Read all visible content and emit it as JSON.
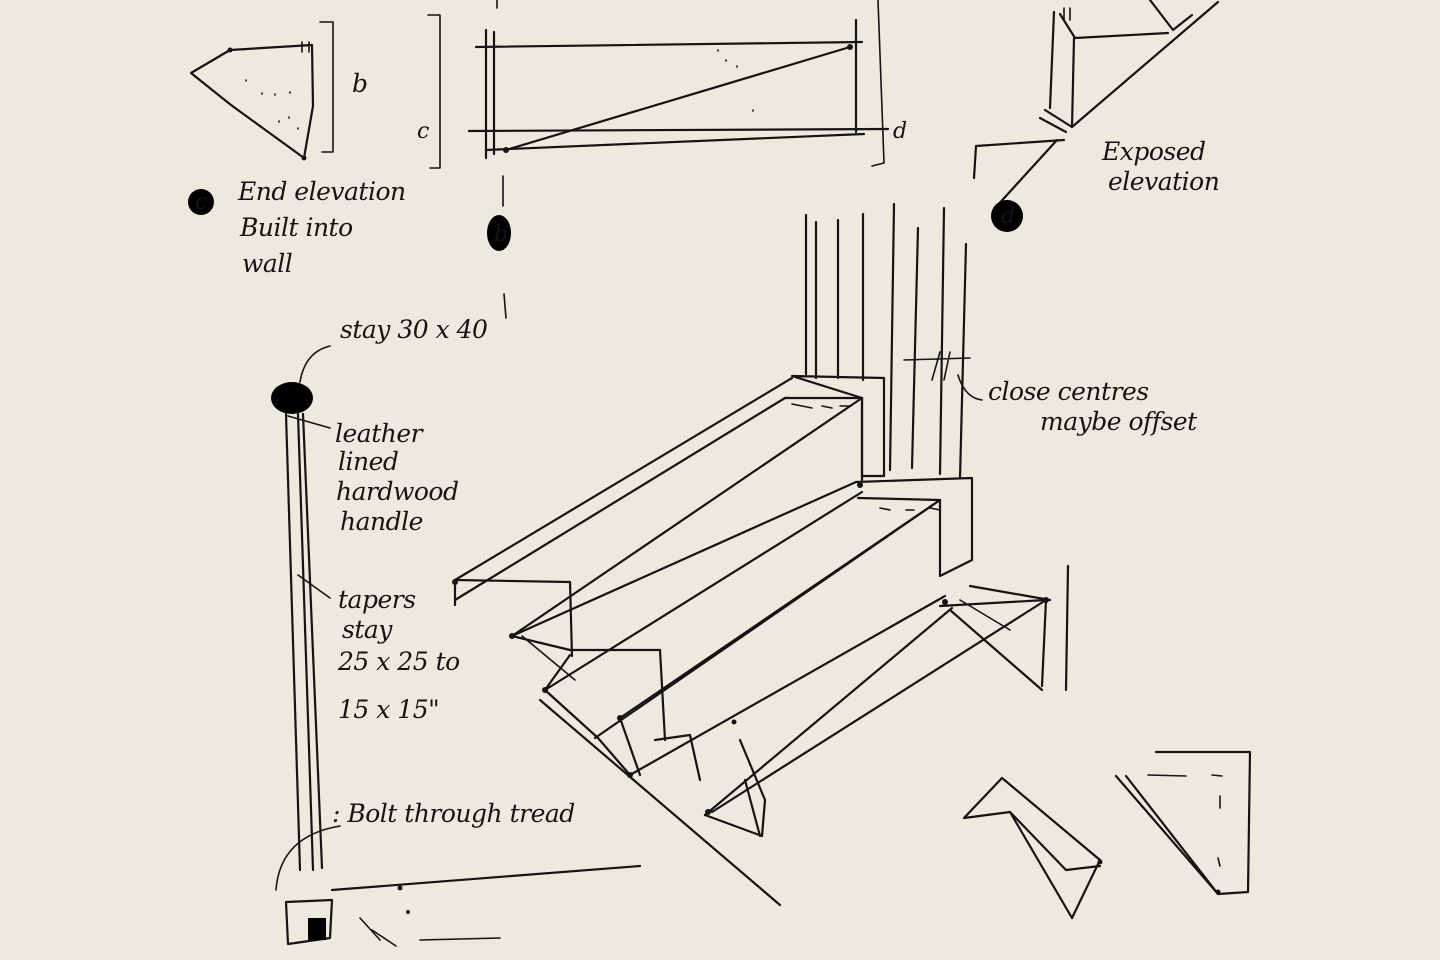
{
  "sketch": {
    "ink_color": "#141414",
    "paper_color": "#ede9df",
    "labels": {
      "end_elevation_marker": "c",
      "end_elevation_line1": "End elevation",
      "end_elevation_line2": "Built into",
      "end_elevation_line3": "wall",
      "dim_b": "b",
      "dim_c": "c",
      "dim_d": "d",
      "section_marker_b": "b",
      "section_marker_d": "d",
      "exposed_line1": "Exposed",
      "exposed_line2": "elevation",
      "stay_size": "stay 30 x 40",
      "handle_line1": "leather",
      "handle_line2": "lined",
      "handle_line3": "hardwood",
      "handle_line4": "handle",
      "taper_line1": "tapers",
      "taper_line2": "stay",
      "taper_line3": "25 x 25 to",
      "taper_line4": "15 x 15\"",
      "bolt": ": Bolt through tread",
      "close_line1": "close centres",
      "close_line2": "maybe offset"
    }
  }
}
